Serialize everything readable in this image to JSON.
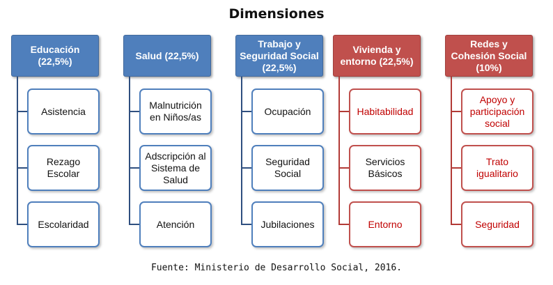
{
  "title": "Dimensiones",
  "source": "Fuente: Ministerio de Desarrollo Social, 2016.",
  "colors": {
    "blue": "#4f7fbc",
    "red": "#c0504d",
    "red_text": "#c00000"
  },
  "dimensions": [
    {
      "label": "Educación (22,5%)",
      "color": "blue",
      "items": [
        "Asistencia",
        "Rezago Escolar",
        "Escolaridad"
      ]
    },
    {
      "label": "Salud (22,5%)",
      "color": "blue",
      "items": [
        "Malnutrición en Niños/as",
        "Adscripción al Sistema de Salud",
        "Atención"
      ]
    },
    {
      "label": "Trabajo y Seguridad Social (22,5%)",
      "color": "blue",
      "items": [
        "Ocupación",
        "Seguridad Social",
        "Jubilaciones"
      ]
    },
    {
      "label": "Vivienda y entorno (22,5%)",
      "color": "red",
      "items": [
        "Habitabilidad",
        "Servicios Básicos",
        "Entorno"
      ]
    },
    {
      "label": "Redes y Cohesión Social (10%)",
      "color": "red",
      "items": [
        "Apoyo y participación social",
        "Trato igualitario",
        "Seguridad"
      ]
    }
  ]
}
